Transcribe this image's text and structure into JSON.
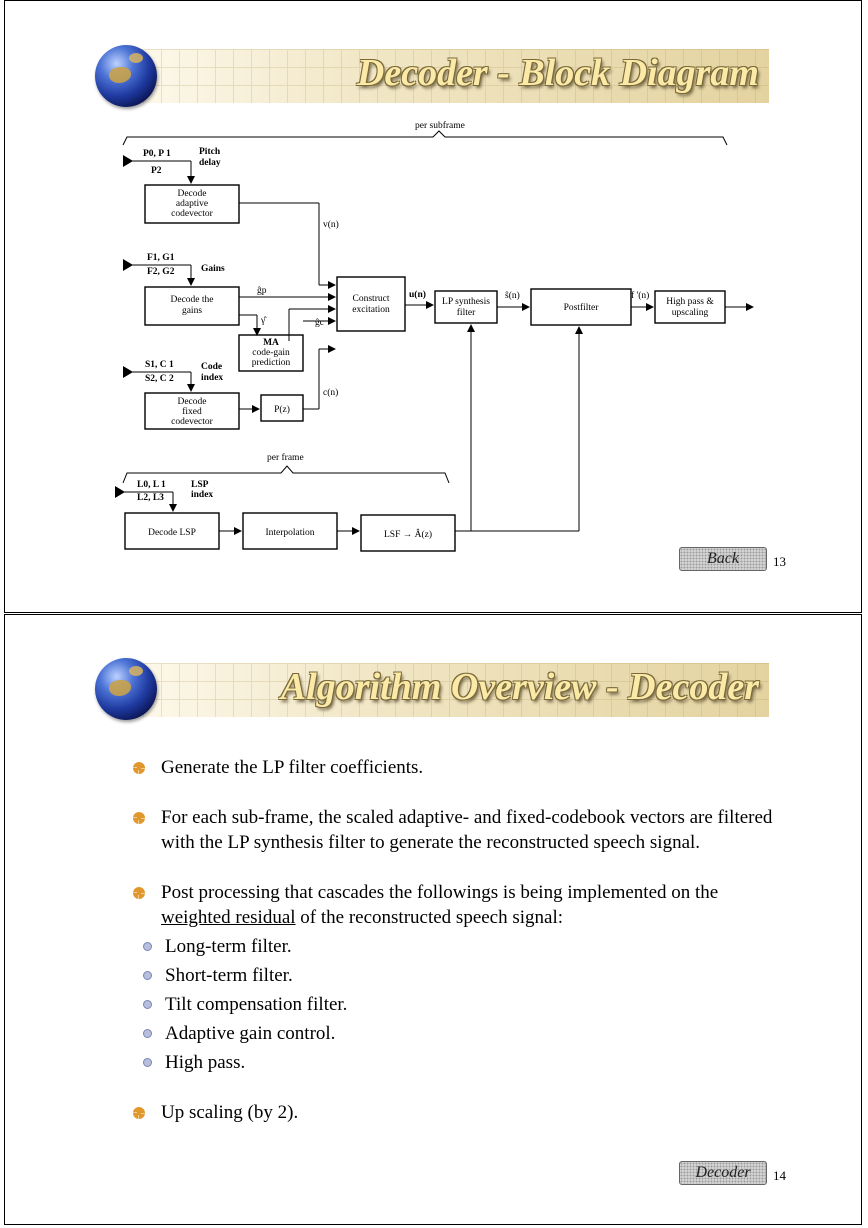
{
  "slide1": {
    "title": "Decoder - Block Diagram",
    "back_button": "Back",
    "page_number": "13",
    "diagram": {
      "per_subframe": "per subframe",
      "per_frame": "per frame",
      "in_pitch_1": "P0, P 1",
      "in_pitch_2": "P2",
      "pitch_label_1": "Pitch",
      "pitch_label_2": "delay",
      "in_gain_1": "F1, G1",
      "in_gain_2": "F2, G2",
      "gains_label": "Gains",
      "in_code_1": "S1, C 1",
      "in_code_2": "S2, C 2",
      "code_label_1": "Code",
      "code_label_2": "index",
      "in_lsp_1": "L0, L 1",
      "in_lsp_2": "L2,  L3",
      "lsp_label_1": "LSP",
      "lsp_label_2": "index",
      "box_adaptive": [
        "Decode",
        "adaptive",
        "codevector"
      ],
      "box_gains": [
        "Decode the",
        "gains"
      ],
      "box_ma": [
        "MA",
        "code-gain",
        "prediction"
      ],
      "box_fixed": [
        "Decode",
        "fixed",
        "codevector"
      ],
      "box_pz": "P(z)",
      "box_construct": [
        "Construct",
        "excitation"
      ],
      "box_lp": [
        "LP synthesis",
        "filter"
      ],
      "box_postfilter": "Postfilter",
      "box_highpass": [
        "High pass &",
        "upscaling"
      ],
      "box_decode_lsp": "Decode LSP",
      "box_interp": "Interpolation",
      "box_lsf": "LSF → Â(z)",
      "sig_vn": "v(n)",
      "sig_cn": "c(n)",
      "sig_un": "u(n)",
      "sig_sn": "ŝ(n)",
      "sig_fn": "f '(n)",
      "sig_gp": "ĝp",
      "sig_gamma": "γ̂",
      "sig_gc": "ĝc"
    }
  },
  "slide2": {
    "title": "Algorithm Overview - Decoder",
    "decoder_button": "Decoder",
    "page_number": "14",
    "bullet1": "Generate the LP filter coefficients.",
    "bullet2": "For each sub-frame, the scaled adaptive- and fixed-codebook vectors are filtered with the LP synthesis filter to generate the reconstructed speech signal.",
    "bullet3_pre": "Post processing that cascades the followings is being implemented on the ",
    "bullet3_link": "weighted residual",
    "bullet3_post": " of the reconstructed speech signal:",
    "sub_items": [
      "Long-term filter.",
      "Short-term filter.",
      "Tilt compensation filter.",
      "Adaptive gain control.",
      "High pass."
    ],
    "bullet4": "Up scaling (by 2)."
  }
}
